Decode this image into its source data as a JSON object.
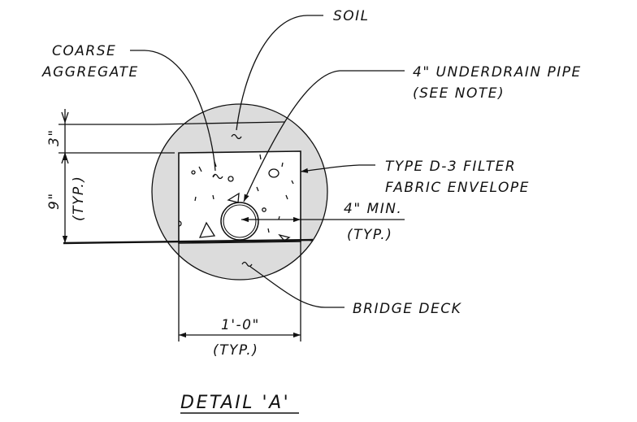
{
  "detail": {
    "title": "DETAIL 'A'",
    "labels": {
      "soil": "SOIL",
      "coarse_aggregate_1": "COARSE",
      "coarse_aggregate_2": "AGGREGATE",
      "underdrain_1": "4\" UNDERDRAIN PIPE",
      "underdrain_2": "(SEE NOTE)",
      "fabric_1": "TYPE D-3 FILTER",
      "fabric_2": "FABRIC ENVELOPE",
      "min_cover_1": "4\" MIN.",
      "min_cover_2": "(TYP.)",
      "bridge_deck": "BRIDGE DECK"
    },
    "dimensions": {
      "top_depth": "3\"",
      "side_height": "9\"",
      "side_height_note": "(TYP.)",
      "width": "1'-0\"",
      "width_note": "(TYP.)"
    }
  },
  "colors": {
    "soil_fill": "#dcdcdc",
    "line": "#111111"
  }
}
